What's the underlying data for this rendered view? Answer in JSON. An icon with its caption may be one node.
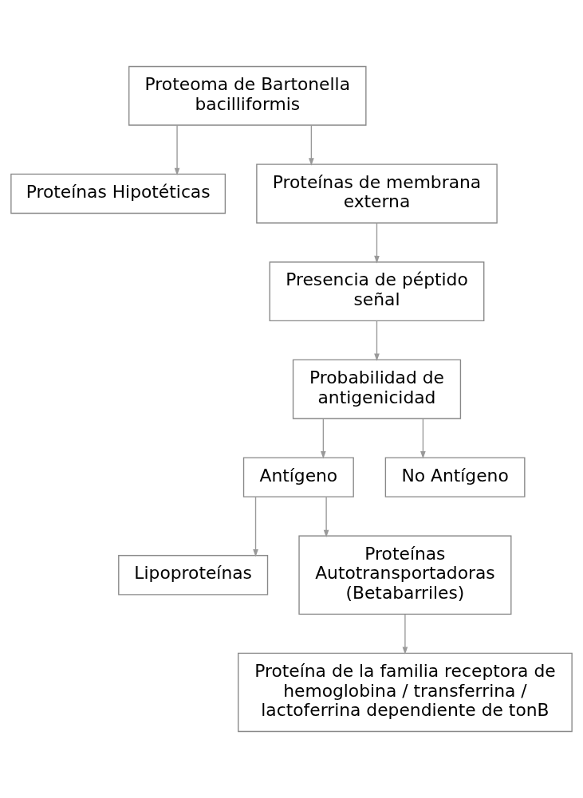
{
  "diagram": {
    "nodes": [
      {
        "text": [
          "Proteoma de Bartonella bacilliformis"
        ]
      },
      {
        "text": [
          "Proteínas Hipotéticas"
        ]
      },
      {
        "text": [
          "Proteínas de membrana externa"
        ]
      },
      {
        "text": [
          "Presencia de péptido señal"
        ]
      },
      {
        "text": [
          "Probabilidad de antigenicidad"
        ]
      },
      {
        "text": [
          "Antígeno"
        ]
      },
      {
        "text": [
          "No Antígeno"
        ]
      },
      {
        "text": [
          "Lipoproteínas"
        ]
      },
      {
        "text": [
          "Proteínas Autotransportadoras (Betabarriles)"
        ]
      },
      {
        "text": [
          "Proteína de la familia receptora de hemoglobina / transferrina / lactoferrina dependiente de tonB"
        ]
      }
    ],
    "edges": [
      {
        "from": 0,
        "to": 1,
        "arrow": "to"
      },
      {
        "from": 0,
        "to": 2,
        "arrow": "to"
      },
      {
        "from": 2,
        "to": 3,
        "arrow": "to"
      },
      {
        "from": 3,
        "to": 4,
        "arrow": "to"
      },
      {
        "from": 4,
        "to": 5,
        "arrow": "to"
      },
      {
        "from": 4,
        "to": 6,
        "arrow": "to"
      },
      {
        "from": 5,
        "to": 7,
        "arrow": "to"
      },
      {
        "from": 5,
        "to": 8,
        "arrow": "to"
      },
      {
        "from": 8,
        "to": 9,
        "arrow": "to"
      }
    ]
  }
}
